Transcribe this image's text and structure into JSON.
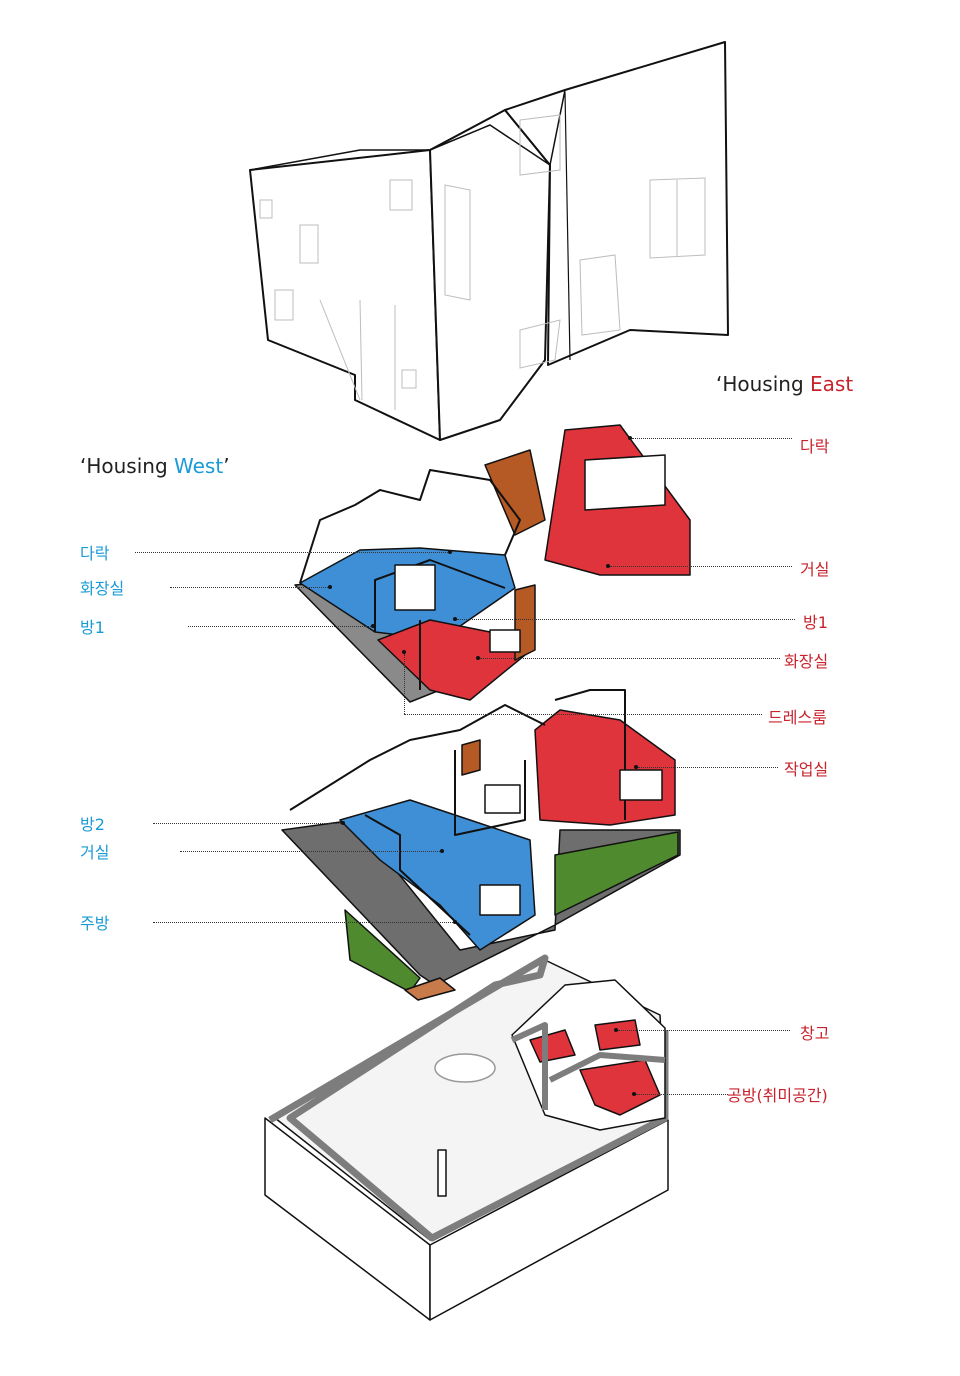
{
  "titles": {
    "west_prefix": "‘Housing ",
    "west_highlight": "West",
    "west_suffix": "’",
    "east_prefix": "‘Housing ",
    "east_highlight": "East"
  },
  "west_labels": [
    "다락",
    "화장실",
    "방1",
    "방2",
    "거실",
    "주방"
  ],
  "east_labels": [
    "다락",
    "거실",
    "방1",
    "화장실",
    "드레스룸",
    "작업실",
    "창고",
    "공방(취미공간)"
  ],
  "colors": {
    "west_accent": "#1a9ad6",
    "east_accent": "#c8232c",
    "west_floor": "#3f8fd6",
    "east_floor": "#e0343c",
    "paving": "#6e6e6e",
    "lawn": "#4f8a2f",
    "wood": "#b55a25"
  }
}
